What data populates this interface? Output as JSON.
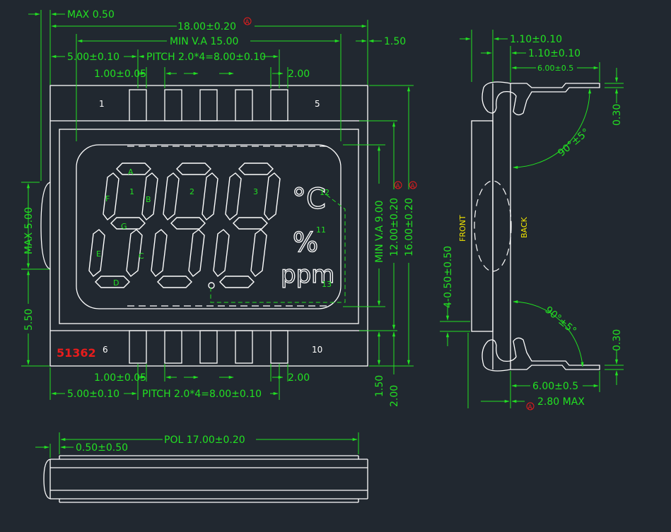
{
  "dimensions": {
    "max_top": "MAX  0.50",
    "overall_width": "18.00±0.20",
    "min_va_width": "MIN  V.A  15.00",
    "right_offset": "1.50",
    "pin_offset": "5.00±0.10",
    "pitch_top": "PITCH  2.0*4=8.00±0.10",
    "pin_width_top": "1.00±0.05",
    "pin_len_top": "2.00",
    "pin_width_bottom": "1.00±0.05",
    "pin_len_bottom": "2.00",
    "pin_offset_bottom": "5.00±0.10",
    "pitch_bottom": "PITCH  2.0*4=8.00±0.10",
    "left_max": "MAX  5.00",
    "left_550": "5.50",
    "min_va_height": "MIN  V.A  9.00",
    "height_12": "12.00±0.20",
    "height_16": "16.00±0.20",
    "bottom_150": "1.50",
    "bottom_200": "2.00",
    "side_top_1": "1.10±0.10",
    "side_top_2": "1.10±0.10",
    "side_top_len": "6.00±0.5",
    "side_thick_top": "0.30",
    "side_thick_bottom": "0.30",
    "angle_top": "90°±5°",
    "angle_bottom": "90°±5°",
    "side_pin_offset": "4-0.50±0.50",
    "side_bottom_len": "6.00±0.5",
    "side_max": "2.80    MAX",
    "pol_length": "POL  17.00±0.20",
    "pol_offset": "0.50±0.50"
  },
  "markers": {
    "datum": "A"
  },
  "labels": {
    "pin1": "1",
    "pin5": "5",
    "pin6": "6",
    "pin10": "10",
    "part_number": "51362",
    "front": "FRONT",
    "back": "BACK"
  },
  "segments": {
    "a": "A",
    "b": "B",
    "c": "C",
    "d": "D",
    "e": "E",
    "f": "F",
    "g": "G",
    "d1": "1",
    "d2": "2",
    "d3": "3",
    "n11": "11",
    "n12": "12",
    "n13": "13"
  },
  "symbols": {
    "celsius": "°C",
    "percent": "%",
    "ppm": "ppm"
  },
  "colors": {
    "background": "#212830",
    "outline": "#ffffff",
    "dimension": "#22e022",
    "datum": "#e81c1c",
    "note": "#f2e600"
  }
}
